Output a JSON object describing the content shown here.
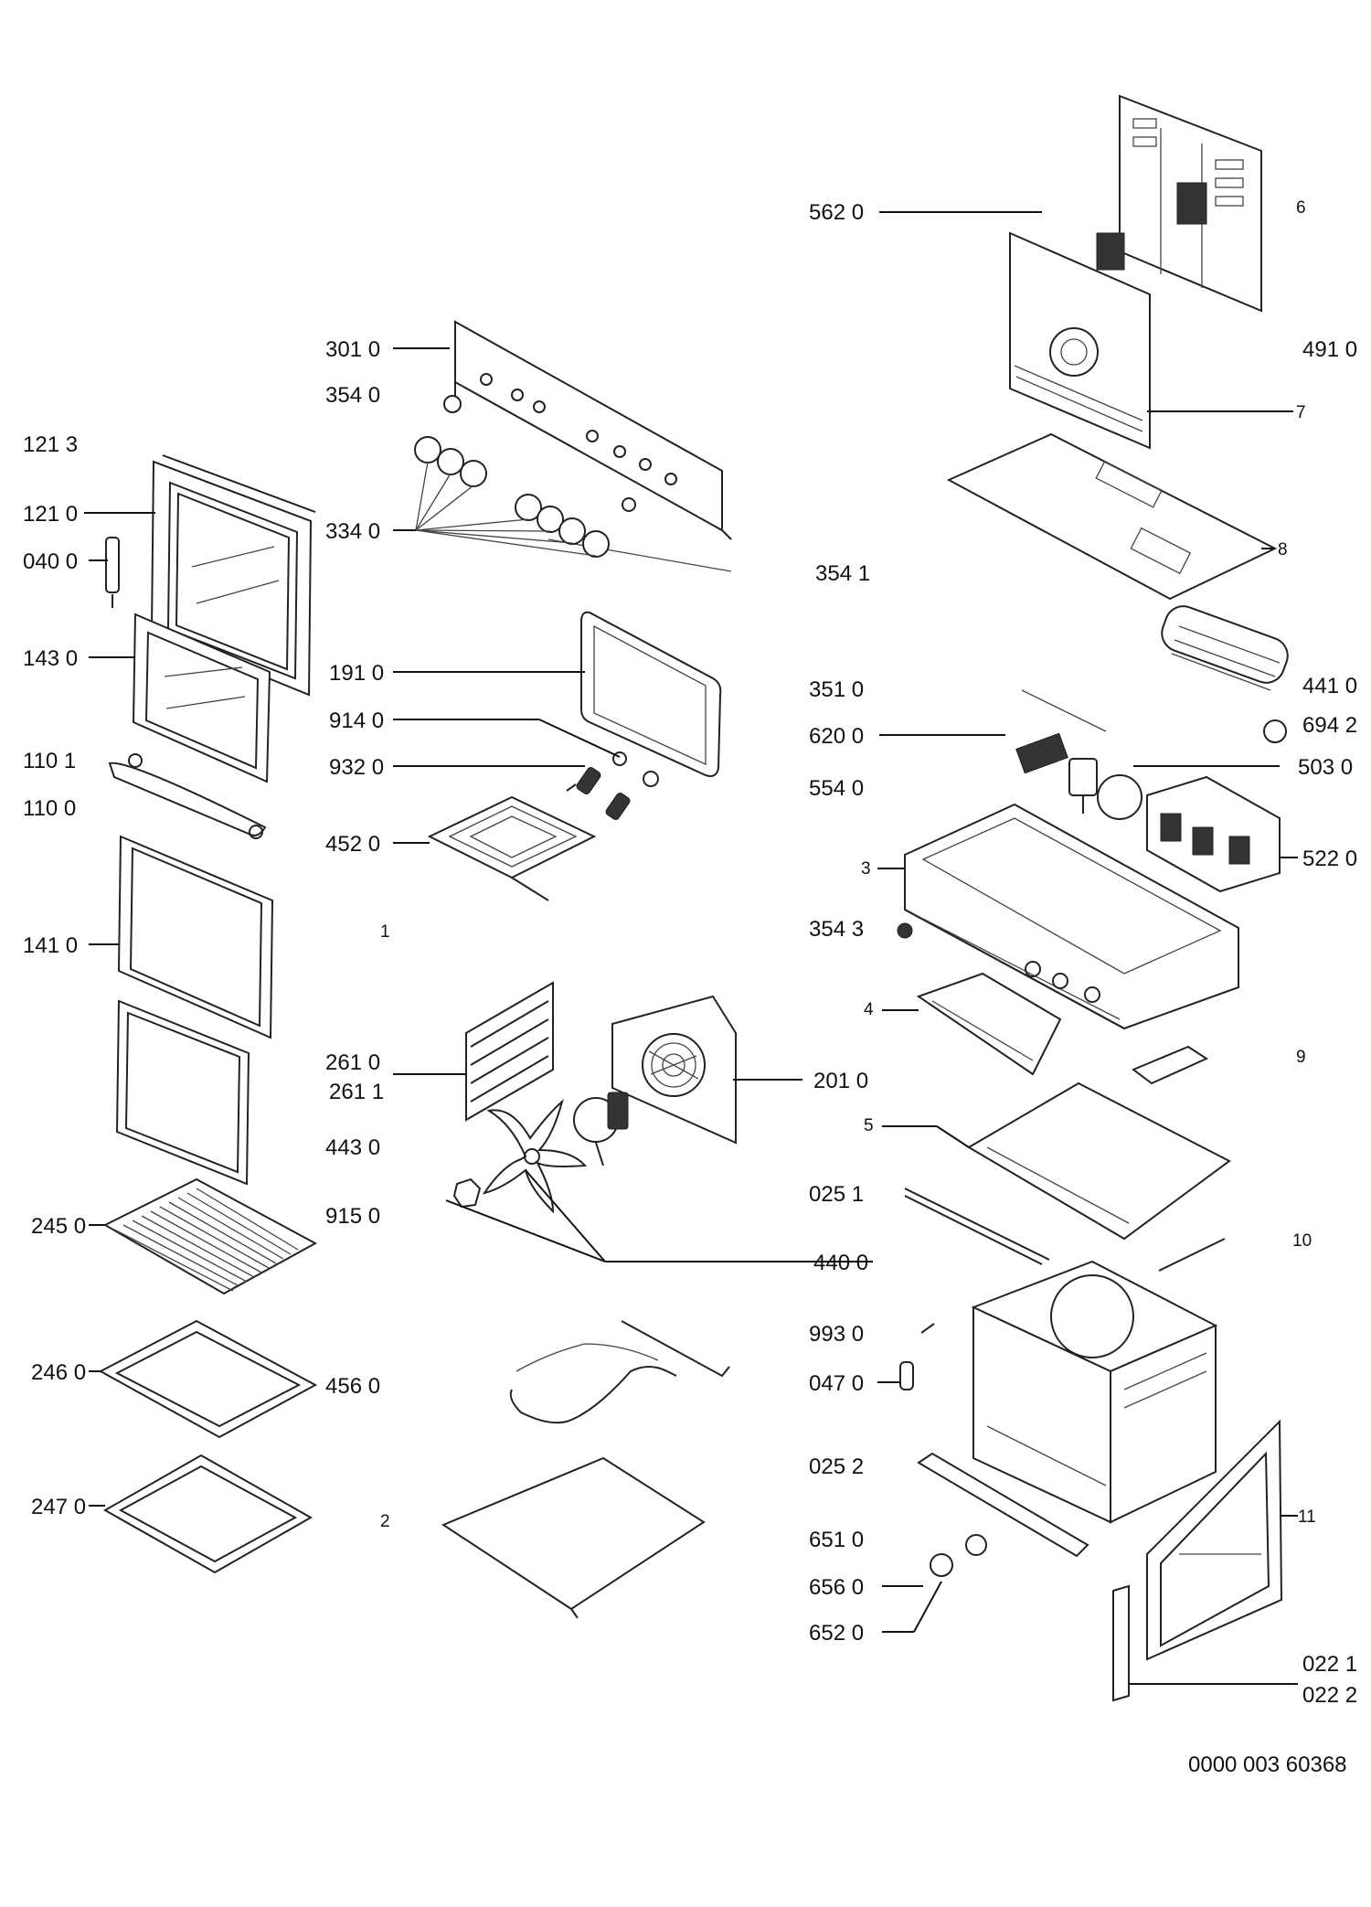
{
  "diagram": {
    "title": "Exploded parts diagram",
    "reference_number": "0000 003 60368",
    "part_labels": {
      "p5620": "562 0",
      "p3010": "301 0",
      "p3540": "354 0",
      "p1213": "121 3",
      "p1210": "121 0",
      "p0400": "040 0",
      "p3340": "334 0",
      "p1430": "143 0",
      "p1910": "191 0",
      "p9140": "914 0",
      "p1101": "110 1",
      "p9320": "932 0",
      "p1100": "110 0",
      "p4520": "452 0",
      "p1410": "141 0",
      "p2610": "261 0",
      "p2611": "261 1",
      "p4430": "443 0",
      "p2450": "245 0",
      "p9150": "915 0",
      "p2460": "246 0",
      "p4560": "456 0",
      "p2470": "247 0",
      "p4910": "491 0",
      "p3541": "354 1",
      "p3510": "351 0",
      "p4410": "441 0",
      "p6200": "620 0",
      "p6942": "694 2",
      "p5030": "503 0",
      "p5540": "554 0",
      "p5220": "522 0",
      "p3543": "354 3",
      "p2010": "201 0",
      "p0251": "025 1",
      "p4400": "440 0",
      "p9930": "993 0",
      "p0470": "047 0",
      "p0252": "025 2",
      "p6510": "651 0",
      "p6560": "656 0",
      "p6520": "652 0",
      "p0221": "022 1",
      "p0222": "022 2"
    },
    "group_numbers": {
      "g1": "1",
      "g2": "2",
      "g3": "3",
      "g4": "4",
      "g5": "5",
      "g6": "6",
      "g7": "7",
      "g8": "8",
      "g9": "9",
      "g10": "10",
      "g11": "11"
    }
  }
}
